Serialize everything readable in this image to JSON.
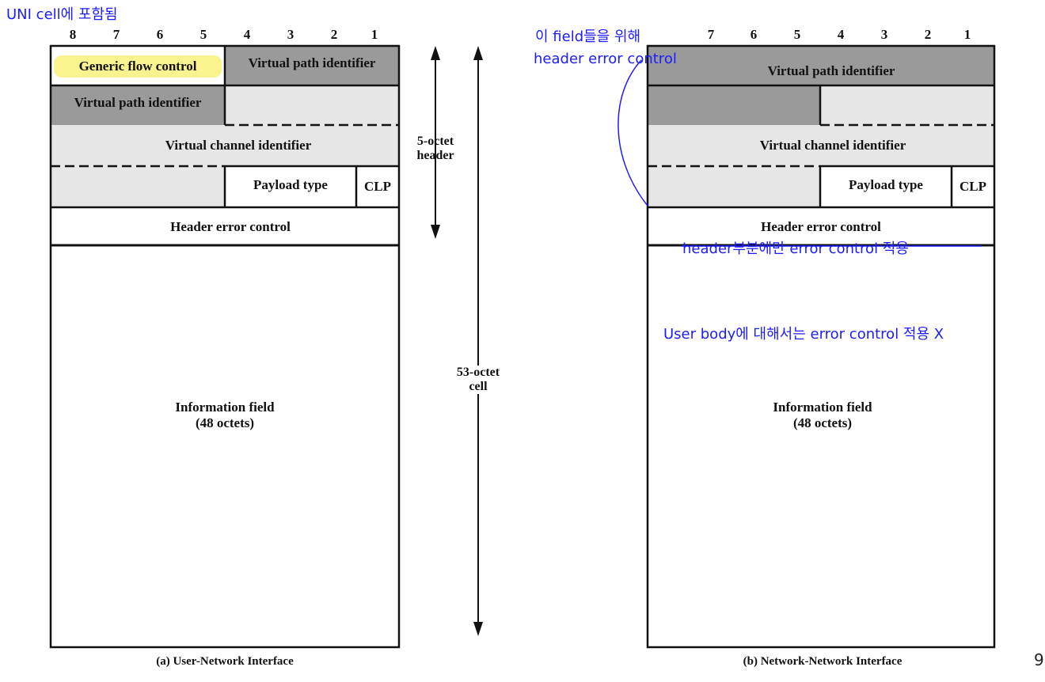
{
  "annotations": {
    "uni_note": "UNI cell에 포함됨",
    "nni_note_line1": "이 field들을 위해",
    "nni_note_line2": "header error control",
    "hec_note": "header부분에만 error control 적용",
    "body_note": "User body에 대해서는 error control 적용 X",
    "page_number": "9"
  },
  "uni": {
    "bits": [
      "8",
      "7",
      "6",
      "5",
      "4",
      "3",
      "2",
      "1"
    ],
    "gfc": "Generic flow control",
    "vpi_a": "Virtual path identifier",
    "vpi_b": "Virtual path identifier",
    "vci": "Virtual channel identifier",
    "payload_type": "Payload type",
    "clp": "CLP",
    "hec": "Header error control",
    "info_line1": "Information field",
    "info_line2": "(48 octets)",
    "caption": "(a) User-Network Interface"
  },
  "nni": {
    "bits": [
      "7",
      "6",
      "5",
      "4",
      "3",
      "2",
      "1"
    ],
    "vpi": "Virtual path identifier",
    "vci": "Virtual channel identifier",
    "payload_type": "Payload type",
    "clp": "CLP",
    "hec": "Header error control",
    "info_line1": "Information field",
    "info_line2": "(48 octets)",
    "caption": "(b) Network-Network Interface"
  },
  "dimensions": {
    "header_line1": "5-octet",
    "header_line2": "header",
    "cell_line1": "53-octet",
    "cell_line2": "cell"
  },
  "colors": {
    "dark_gray": "#9a9a9a",
    "light_gray": "#e6e6e6",
    "highlight_yellow": "#fbf38e",
    "annotation_blue": "#1c1cff"
  }
}
